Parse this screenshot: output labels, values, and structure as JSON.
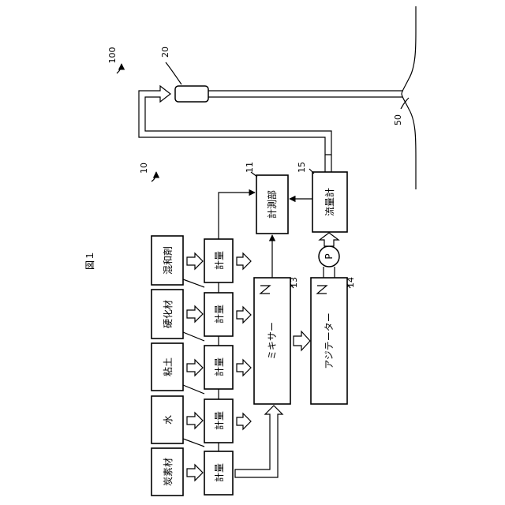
{
  "figure": {
    "title": "図１",
    "materials": [
      "炭素材",
      "水",
      "粘土",
      "硬化材",
      "混和剤"
    ],
    "meter_label": "計量",
    "mixer": {
      "label": "ミキサー",
      "ref": "13"
    },
    "agitator": {
      "label": "アジテーター",
      "ref": "14"
    },
    "flowmeter": {
      "label": "流量計",
      "ref": "15"
    },
    "measurement_unit": {
      "label": "計測部",
      "ref": "11"
    },
    "pump_label": "P",
    "refs": {
      "system": "100",
      "plant": "10",
      "nozzle": "20",
      "ground": "50"
    }
  }
}
